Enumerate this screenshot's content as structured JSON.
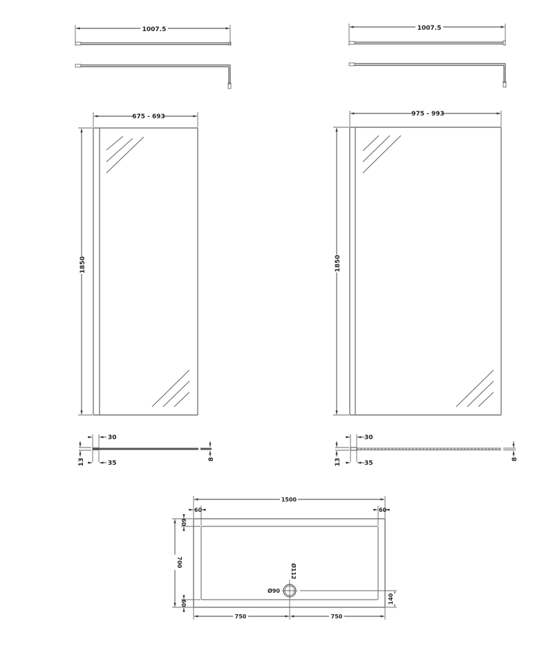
{
  "drawing": {
    "title": "Shower wetroom screen and tray technical drawing",
    "colors": {
      "line": "#555555",
      "text": "#222222",
      "background": "#ffffff"
    }
  },
  "left_set": {
    "support_bar": {
      "length_label": "1007.5"
    },
    "panel": {
      "width_label": "675 - 693",
      "height_label": "1850"
    },
    "profile": {
      "profile_width_label": "30",
      "channel_width_label": "35",
      "channel_height_label": "13",
      "glass_thickness_label": "8"
    }
  },
  "right_set": {
    "support_bar": {
      "length_label": "1007.5"
    },
    "panel": {
      "width_label": "975 - 993",
      "height_label": "1850"
    },
    "profile": {
      "profile_width_label": "30",
      "channel_width_label": "35",
      "channel_height_label": "13",
      "glass_thickness_label": "8"
    }
  },
  "tray": {
    "length_label": "1500",
    "width_label": "700",
    "rim_left_label": "60",
    "rim_right_label": "60",
    "rim_top_label": "60",
    "rim_bottom_label": "60",
    "waste_outer_label": "Ø112",
    "waste_inner_label": "Ø90",
    "waste_offset_label": "140",
    "half_left_label": "750",
    "half_right_label": "750"
  }
}
